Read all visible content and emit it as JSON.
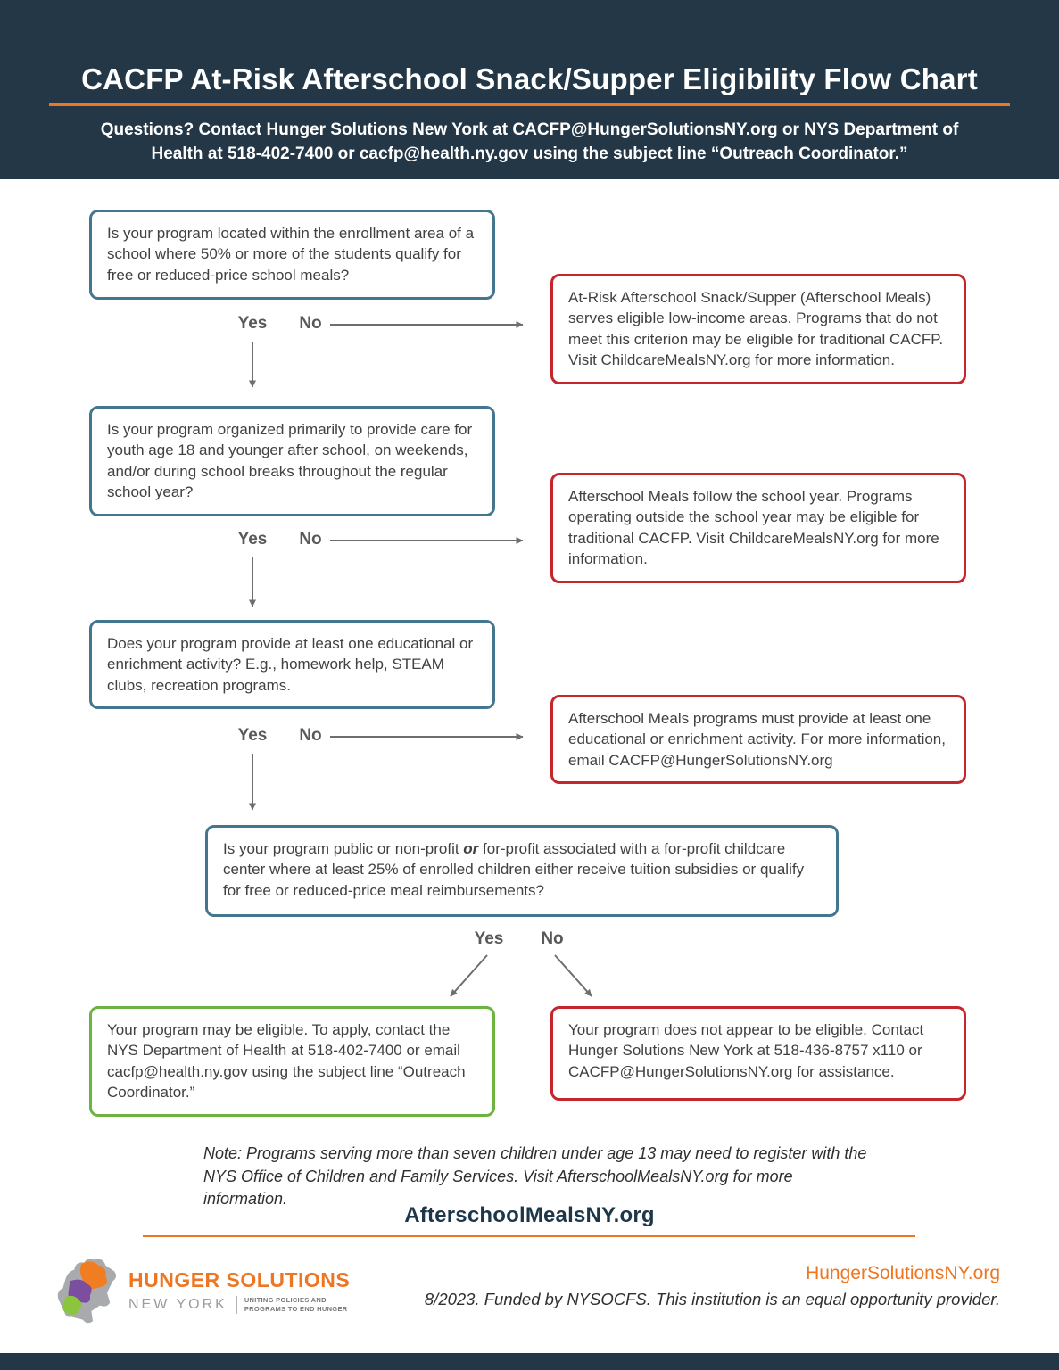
{
  "header": {
    "title": "CACFP At-Risk Afterschool Snack/Supper Eligibility Flow Chart",
    "contact": "Questions? Contact Hunger Solutions New York at CACFP@HungerSolutionsNY.org or NYS Department of Health at 518-402-7400 or cacfp@health.ny.gov using the subject line “Outreach Coordinator.”"
  },
  "labels": {
    "yes": "Yes",
    "no": "No"
  },
  "questions": {
    "q1": "Is your program located within the enrollment area of a school where 50% or more of the students qualify for free or reduced-price school meals?",
    "q2": "Is your program organized primarily to provide care for youth age 18 and younger after school, on weekends, and/or during school breaks throughout the regular school year?",
    "q3": "Does your program provide at least one educational or enrichment activity? E.g., homework help, STEAM clubs, recreation programs.",
    "q4_pre": "Is your program public or non-profit ",
    "q4_or": "or",
    "q4_post": " for-profit associated with a for-profit childcare center where at least 25% of enrolled children either receive tuition subsidies or qualify for free or reduced-price meal reimbursements?"
  },
  "outcomes": {
    "no1": "At-Risk Afterschool Snack/Supper (Afterschool Meals) serves eligible low-income areas. Programs that do not meet this criterion may be eligible for traditional CACFP. Visit ChildcareMealsNY.org for more information.",
    "no2": "Afterschool Meals follow the school year. Programs operating outside the school year may be eligible for traditional CACFP. Visit ChildcareMealsNY.org for more information.",
    "no3": "Afterschool Meals programs must provide at least one educational or enrichment activity. For more information, email CACFP@HungerSolutionsNY.org",
    "eligible": "Your program may be eligible. To apply, contact the NYS Department of Health at 518-402-7400 or email cacfp@health.ny.gov using the subject line “Outreach Coordinator.”",
    "not_eligible": "Your program does not appear to be eligible. Contact Hunger Solutions New York at 518-436-8757 x110 or CACFP@HungerSolutionsNY.org for assistance."
  },
  "footer": {
    "note": "Note: Programs serving more than seven children under age 13 may need to register with the NYS Office of Children and Family Services. Visit AfterschoolMealsNY.org for more information.",
    "website": "AfterschoolMealsNY.org",
    "logo_title": "HUNGER SOLUTIONS",
    "logo_subtitle": "NEW YORK",
    "logo_tagline_line1": "UNITING POLICIES AND",
    "logo_tagline_line2": "PROGRAMS TO END HUNGER",
    "site_link": "HungerSolutionsNY.org",
    "credit": "8/2023. Funded by NYSOCFS. This institution is an equal opportunity provider."
  },
  "colors": {
    "header_bg": "#233746",
    "accent_orange": "#ee7623",
    "question_border": "#44768f",
    "stop_border": "#c5262c",
    "go_border": "#6cb33f",
    "arrow_gray": "#6d6e71",
    "body_text": "#414042"
  }
}
